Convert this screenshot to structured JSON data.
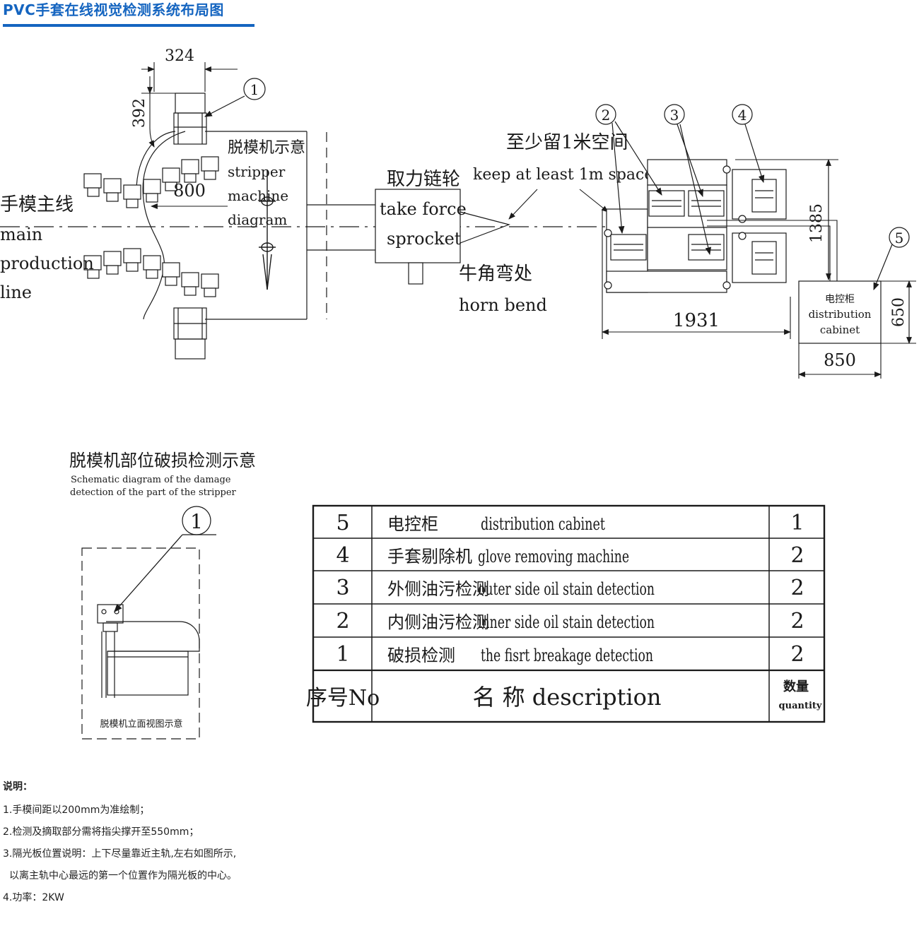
{
  "page": {
    "title": "PVC手套在线视觉检测系统布局图"
  },
  "layout_diagram": {
    "dim_324": "324",
    "dim_392": "392",
    "dim_800": "800",
    "dim_1931": "1931",
    "dim_1385": "1385",
    "dim_650": "650",
    "dim_850": "850",
    "callout_1": "1",
    "callout_2": "2",
    "callout_3": "3",
    "callout_4": "4",
    "callout_5": "5",
    "main_line_zh": "手模主线",
    "main_line_en_1": "main",
    "main_line_en_2": "production",
    "main_line_en_3": "line",
    "stripper_zh": "脱模机示意",
    "stripper_en_1": "stripper",
    "stripper_en_2": "machine",
    "stripper_en_3": "diagram",
    "sprocket_zh": "取力链轮",
    "sprocket_en_1": "take force",
    "sprocket_en_2": "sprocket",
    "horn_zh": "牛角弯处",
    "horn_en": "horn bend",
    "space_zh": "至少留1米空间",
    "space_en": "keep at least 1m space",
    "cabinet_zh": "电控柜",
    "cabinet_en_1": "distribution",
    "cabinet_en_2": "cabinet"
  },
  "stripper_detail": {
    "title_zh": "脱模机部位破损检测示意",
    "title_en_1": "Schematic diagram of the damage",
    "title_en_2": "detection of the part of the stripper",
    "callout": "1",
    "caption": "脱模机立面视图示意"
  },
  "parts_table": {
    "rows": [
      {
        "no": "5",
        "name_zh": "电控柜",
        "name_en": "distribution cabinet",
        "qty": "1"
      },
      {
        "no": "4",
        "name_zh": "手套剔除机",
        "name_en": "glove removing machine",
        "qty": "2"
      },
      {
        "no": "3",
        "name_zh": "外侧油污检测",
        "name_en": "outer side oil stain detection",
        "qty": "2"
      },
      {
        "no": "2",
        "name_zh": "内侧油污检测",
        "name_en": "inner side oil stain detection",
        "qty": "2"
      },
      {
        "no": "1",
        "name_zh": "破损检测",
        "name_en": "the fisrt breakage detection",
        "qty": "2"
      }
    ],
    "header": {
      "no": "序号No",
      "description": "名 称 description",
      "qty_zh": "数量",
      "qty_en": "quantity"
    }
  },
  "notes": {
    "title": "说明：",
    "lines": [
      "1.手模间距以200mm为准绘制；",
      "2.检测及摘取部分需将指尖撑开至550mm；",
      "3.隔光板位置说明：上下尽量靠近主轨,左右如图所示,",
      "以离主轨中心最远的第一个位置作为隔光板的中心。",
      "4.功率：2KW"
    ]
  }
}
